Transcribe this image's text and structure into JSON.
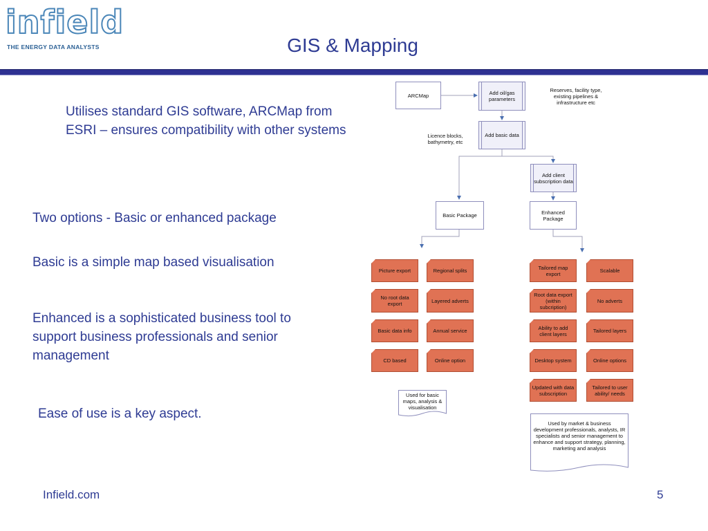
{
  "logo": {
    "word": "infield",
    "tagline": "THE ENERGY DATA ANALYSTS"
  },
  "title": "GIS & Mapping",
  "bullets": {
    "b1": "Utilises standard GIS software, ARCMap from ESRI – ensures compatibility with other systems",
    "b2": "Two options - Basic  or enhanced package",
    "b3": "Basic is a simple map based visualisation",
    "b4": "Enhanced is a sophisticated business tool to support business professionals and senior management",
    "b5": "Ease of use is a key aspect."
  },
  "footer": {
    "left": "Infield.com",
    "page": "5"
  },
  "colors": {
    "brand_blue": "#2e3b93",
    "header_bar": "#2e3192",
    "feature_fill": "#e07254",
    "process_fill": "#f0f0f9"
  },
  "diagram": {
    "arcmap": "ARCMap",
    "add_params": "Add oil/gas parameters",
    "reserves_note": "Reserves, facility type, existing pipelines & infrastructure etc",
    "licence_note": "Licence blocks, bathymetry, etc",
    "add_basic": "Add basic data",
    "add_client": "Add client subscription data",
    "basic_package": "Basic Package",
    "enhanced_package": "Enhanced Package",
    "basic_features": [
      "Picture export",
      "Regional splits",
      "No root data export",
      "Layered adverts",
      "Basic data info",
      "Annual service",
      "CD based",
      "Online option"
    ],
    "enhanced_features": [
      "Tailored map export",
      "Scalable",
      "Root data export (within subcription)",
      "No adverts",
      "Ability to add client layers",
      "Tailored layers",
      "Desktop system",
      "Online options",
      "Updated with data subscription",
      "Tailored to user ability/ needs"
    ],
    "basic_doc": "Used for basic maps, analysis & visualisation",
    "enhanced_doc": "Used by market & business development professionals, analysts, IR specialists and senior management to enhance and support strategy, planning, marketing and analysis"
  }
}
